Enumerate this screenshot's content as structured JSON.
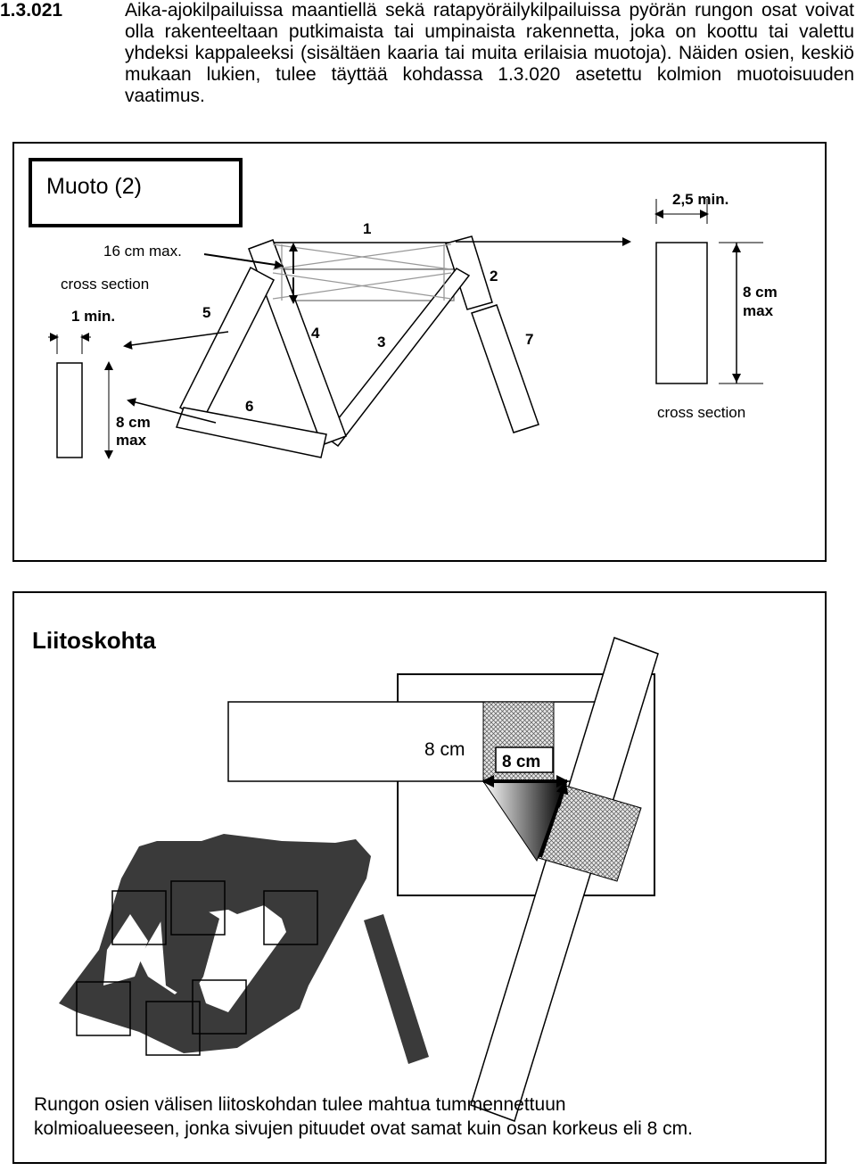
{
  "rule": {
    "number": "1.3.021",
    "text": "Aika-ajokilpailuissa maantiellä sekä ratapyöräilykilpailuissa pyörän rungon osat voivat olla rakenteeltaan putkimaista tai umpinaista rakennetta, joka on koottu tai valettu yhdeksi kappaleeksi (sisältäen kaaria tai muita erilaisia muotoja). Näiden osien, keskiö mukaan lukien, tulee täyttää kohdassa 1.3.020 asetettu kolmion muotoisuuden vaatimus."
  },
  "figure1": {
    "title": "Muoto (2)",
    "labels": {
      "max16": "16 cm max.",
      "cross_section_left": "cross section",
      "min1": "1 min.",
      "cm8_left_1": "8 cm",
      "cm8_left_2": "max",
      "min25": "2,5 min.",
      "cm8_right_1": "8 cm",
      "cm8_right_2": "max",
      "cross_section_right": "cross section"
    },
    "parts": [
      "1",
      "2",
      "3",
      "4",
      "5",
      "6",
      "7"
    ]
  },
  "figure2": {
    "title": "Liitoskohta",
    "label_8cm_plain": "8 cm",
    "label_8cm_boxed": "8 cm",
    "caption_line1": "Rungon osien välisen liitoskohdan tulee mahtua tummennettuun",
    "caption_line2": "kolmioalueeseen, jonka sivujen pituudet ovat samat kuin osan korkeus eli 8 cm."
  }
}
